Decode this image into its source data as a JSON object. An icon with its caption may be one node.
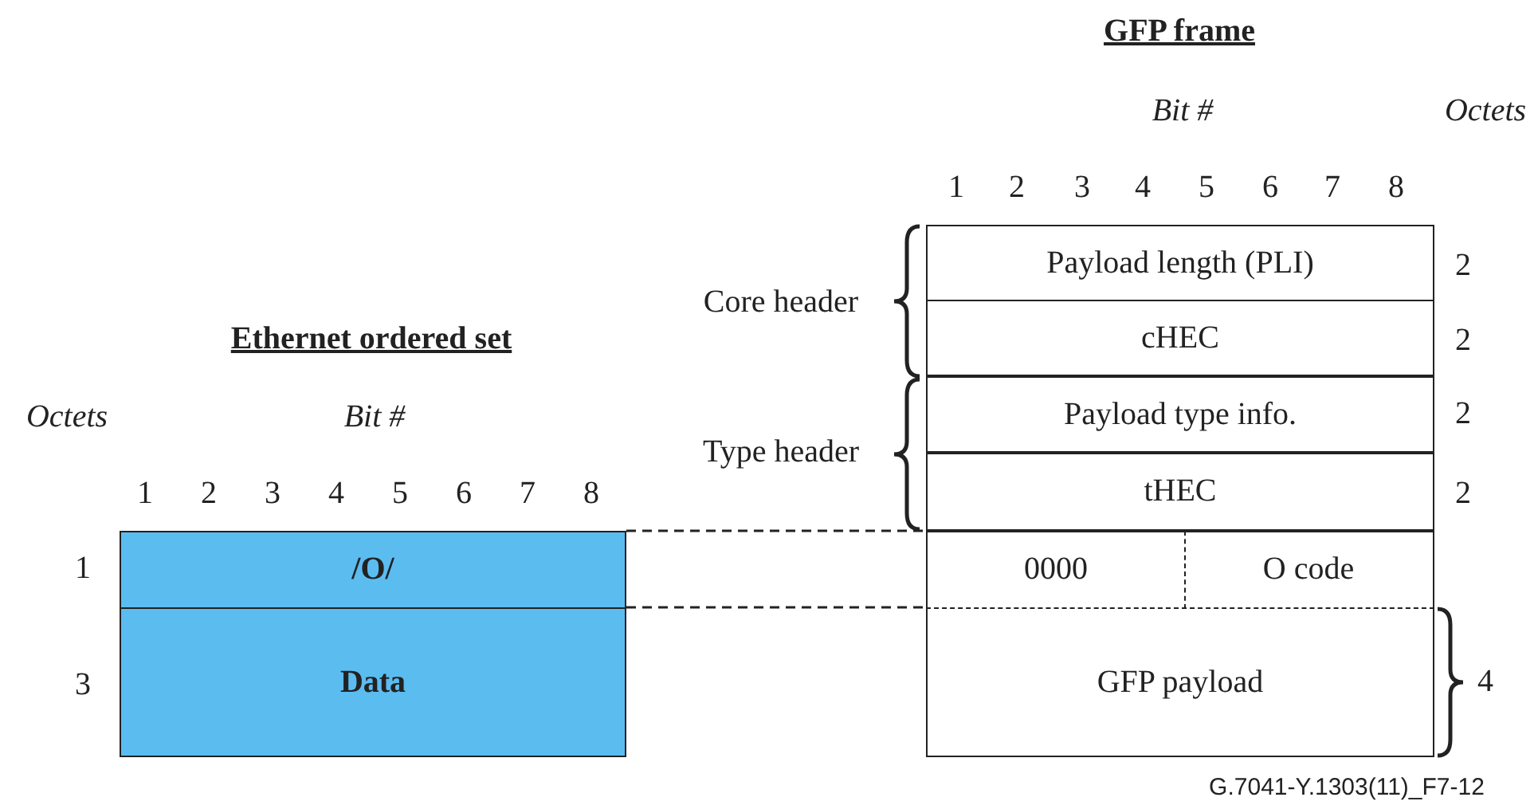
{
  "diagram": {
    "nodes": [
      {
        "text": [
          "Payload length (PLI)"
        ]
      },
      {
        "text": [
          "cHEC"
        ]
      },
      {
        "text": [
          "Payload type info."
        ]
      },
      {
        "text": [
          "tHEC"
        ]
      },
      {
        "text": [
          "0000"
        ]
      },
      {
        "text": [
          "O code"
        ]
      },
      {
        "text": [
          "GFP payload"
        ]
      },
      {
        "text": [
          "/O/"
        ]
      },
      {
        "text": [
          "Data"
        ]
      }
    ],
    "edges": [
      {
        "from": 7,
        "to": 4,
        "arrow": "none",
        "style": "dashed"
      },
      {
        "from": 8,
        "to": 6,
        "arrow": "none",
        "style": "dashed"
      }
    ],
    "labels": [
      "GFP frame",
      "Bit #",
      "Octets",
      "1",
      "2",
      "3",
      "4",
      "5",
      "6",
      "7",
      "8",
      "2",
      "Core header",
      "Ethernet ordered set",
      "2",
      "Octets",
      "Bit #",
      "2",
      "Type header",
      "1",
      "2",
      "3",
      "4",
      "5",
      "6",
      "7",
      "8",
      "2",
      "1",
      "3",
      "4",
      "G.7041-Y.1303(11)_F7-12"
    ]
  }
}
